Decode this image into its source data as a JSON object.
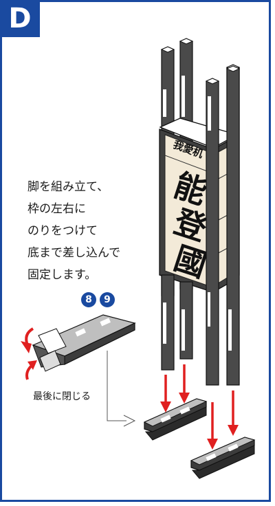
{
  "section_label": "D",
  "instructions": [
    "脚を組み立て、",
    "枠の左右に",
    "のりをつけて",
    "底まで差し込んで",
    "固定します。"
  ],
  "step_numbers": [
    "8",
    "9"
  ],
  "detail_caption": "最後に閉じる",
  "lantern_text": {
    "top_label": "我愛机",
    "main_text": "能登國"
  },
  "colors": {
    "accent": "#1a4aa0",
    "arrow": "#e02020",
    "post": "#4a4a4a",
    "panel": "#f3ead8"
  }
}
